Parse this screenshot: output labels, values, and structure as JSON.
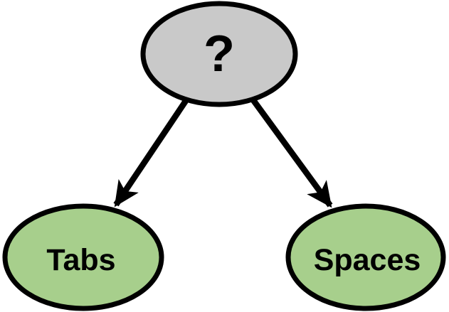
{
  "diagram": {
    "background": "#FFFFFF",
    "outline_color": "#000000",
    "root": {
      "label": "?",
      "fill": "#C9C9C9",
      "text_color": "#000000"
    },
    "children": [
      {
        "label": "Tabs",
        "fill": "#A7CF8C",
        "text_color": "#000000"
      },
      {
        "label": "Spaces",
        "fill": "#A7CF8C",
        "text_color": "#000000"
      }
    ],
    "edges": [
      {
        "from": "?",
        "to": "Tabs",
        "style": "arrow"
      },
      {
        "from": "?",
        "to": "Spaces",
        "style": "arrow"
      }
    ]
  }
}
